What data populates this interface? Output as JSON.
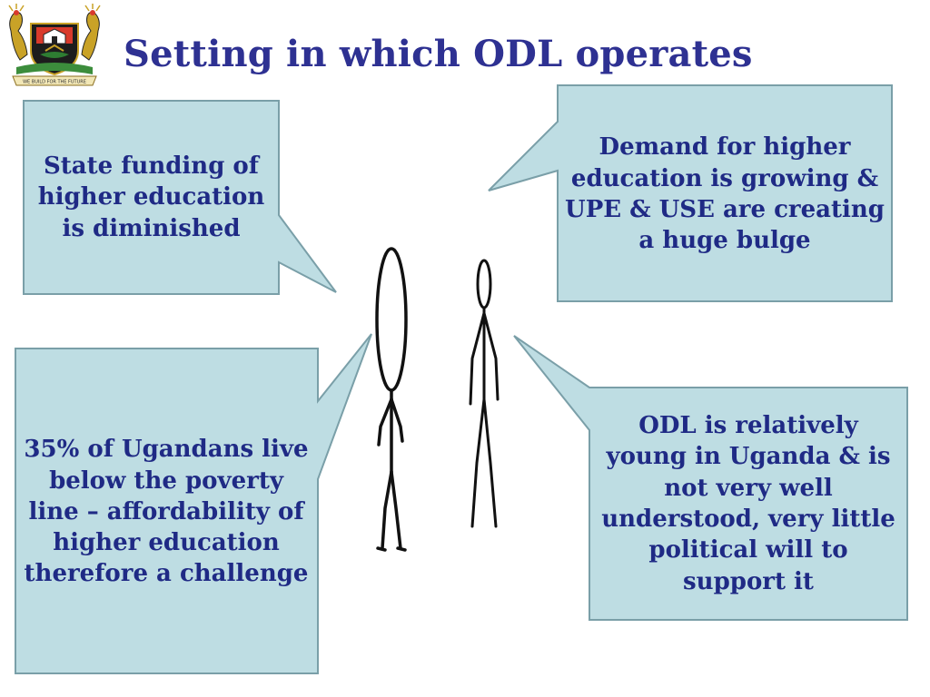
{
  "title": "Setting in which ODL operates",
  "colors": {
    "title": "#2E3192",
    "callout_fill": "#BEDDE3",
    "callout_border": "#7A9FA8",
    "callout_text": "#1F2A85"
  },
  "logo": {
    "icon": "university-crest-icon",
    "motto": "WE BUILD FOR THE FUTURE"
  },
  "callouts": {
    "top_left": "State funding of higher education is diminished",
    "top_right": "Demand for higher education is growing & UPE & USE are creating a huge bulge",
    "bottom_left": "35% of Ugandans live below the poverty line – affordability of higher education therefore a challenge",
    "bottom_right": "ODL is relatively young in Uganda & is not very well understood, very little political will to support it"
  }
}
